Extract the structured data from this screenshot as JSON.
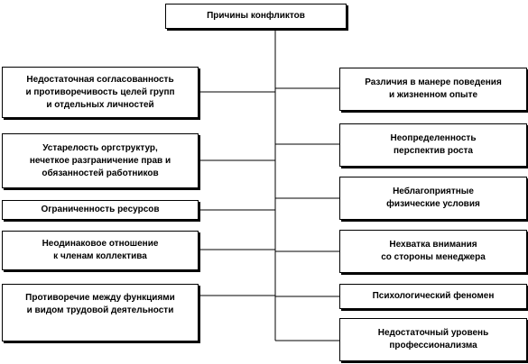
{
  "title": "Причины конфликтов",
  "left_causes": [
    "Недостаточная  согласованность\nи противоречивость  целей  групп\nи  отдельных  личностей",
    "Устарелость  оргструктур,\nнечеткое  разграничение  прав  и\nобязанностей  работников",
    "Ограниченность  ресурсов",
    "Неодинаковое  отношение\nк членам коллектива",
    "Противоречие  между функциями\nи видом трудовой деятельности"
  ],
  "right_causes": [
    "Различия  в манере поведения\nи  жизненном  опыте",
    "Неопределенность\nперспектив  роста",
    "Неблагоприятные\nфизические  условия",
    "Нехватка  внимания\nсо  стороны  менеджера",
    "Психологический  феномен",
    "Недостаточный  уровень\nпрофессионализма"
  ],
  "colors": {
    "line": "#000000",
    "box_border": "#000000",
    "background": "#ffffff"
  }
}
